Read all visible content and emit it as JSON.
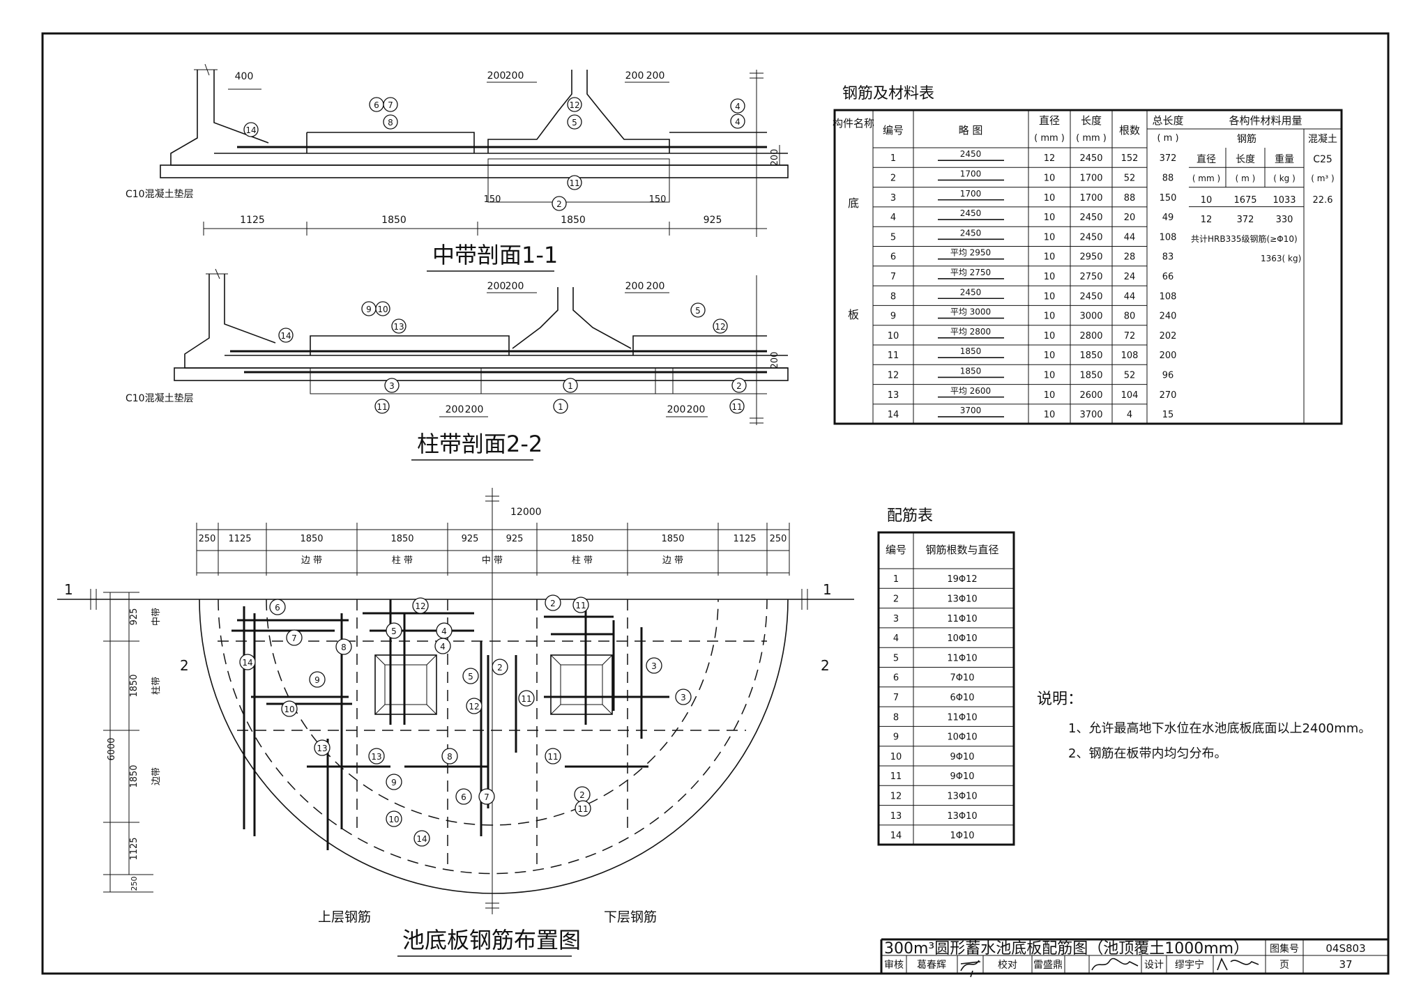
{
  "section_1": {
    "title": "中带剖面1-1",
    "cushion": "C10混凝土垫层",
    "thickness": "200",
    "bottom_dims": [
      "1125",
      "1850",
      "1850",
      "925"
    ],
    "top_dims": [
      "400",
      "200",
      "200",
      "200",
      "200"
    ],
    "small_dims": [
      "150",
      "150"
    ],
    "marks": [
      "14",
      "6",
      "7",
      "8",
      "12",
      "5",
      "4",
      "4",
      "11",
      "2"
    ]
  },
  "section_2": {
    "title": "柱带剖面2-2",
    "cushion": "C10混凝土垫层",
    "thickness": "200",
    "top_dims": [
      "200",
      "200",
      "200",
      "200"
    ],
    "bottom_dims": [
      "200",
      "200",
      "200",
      "200"
    ],
    "marks": [
      "9",
      "10",
      "13",
      "14",
      "5",
      "12",
      "3",
      "1",
      "2",
      "11",
      "11",
      "1",
      "11"
    ]
  },
  "materials": {
    "title": "钢筋及材料表",
    "headers": {
      "component": "构件名称",
      "no": "编号",
      "sketch": "略 图",
      "dia": "直径",
      "dia_unit": "( mm )",
      "len": "长度",
      "len_unit": "( mm )",
      "count": "根数",
      "total": "总长度",
      "total_unit": "( m )",
      "usage": "各构件材料用量",
      "rebar": "钢筋",
      "concrete": "混凝土",
      "sub_dia": "直径",
      "sub_dia_unit": "( mm )",
      "sub_len": "长度",
      "sub_len_unit": "( m )",
      "sub_wt": "重量",
      "sub_wt_unit": "( kg )",
      "conc_grade": "C25",
      "conc_unit": "( m³ )"
    },
    "component_name": [
      "底",
      "板"
    ],
    "rows": [
      {
        "no": "1",
        "sketch": "2450",
        "dia": "12",
        "len": "2450",
        "count": "152",
        "total": "372"
      },
      {
        "no": "2",
        "sketch": "1700",
        "dia": "10",
        "len": "1700",
        "count": "52",
        "total": "88"
      },
      {
        "no": "3",
        "sketch": "1700",
        "dia": "10",
        "len": "1700",
        "count": "88",
        "total": "150"
      },
      {
        "no": "4",
        "sketch": "2450",
        "dia": "10",
        "len": "2450",
        "count": "20",
        "total": "49"
      },
      {
        "no": "5",
        "sketch": "2450",
        "dia": "10",
        "len": "2450",
        "count": "44",
        "total": "108"
      },
      {
        "no": "6",
        "sketch": "平均 2950",
        "dia": "10",
        "len": "2950",
        "count": "28",
        "total": "83"
      },
      {
        "no": "7",
        "sketch": "平均 2750",
        "dia": "10",
        "len": "2750",
        "count": "24",
        "total": "66"
      },
      {
        "no": "8",
        "sketch": "2450",
        "dia": "10",
        "len": "2450",
        "count": "44",
        "total": "108"
      },
      {
        "no": "9",
        "sketch": "平均 3000",
        "dia": "10",
        "len": "3000",
        "count": "80",
        "total": "240"
      },
      {
        "no": "10",
        "sketch": "平均 2800",
        "dia": "10",
        "len": "2800",
        "count": "72",
        "total": "202"
      },
      {
        "no": "11",
        "sketch": "1850",
        "dia": "10",
        "len": "1850",
        "count": "108",
        "total": "200"
      },
      {
        "no": "12",
        "sketch": "1850",
        "dia": "10",
        "len": "1850",
        "count": "52",
        "total": "96"
      },
      {
        "no": "13",
        "sketch": "平均 2600",
        "dia": "10",
        "len": "2600",
        "count": "104",
        "total": "270"
      },
      {
        "no": "14",
        "sketch": "3700",
        "dia": "10",
        "len": "3700",
        "count": "4",
        "total": "15"
      }
    ],
    "summary_rows": [
      {
        "dia": "10",
        "len": "1675",
        "wt": "1033"
      },
      {
        "dia": "12",
        "len": "372",
        "wt": "330"
      }
    ],
    "concrete_volume": "22.6",
    "note_line1": "共计HRB335级钢筋(≥Φ10)",
    "note_line2": "1363( kg)"
  },
  "rebar_table": {
    "title": "配筋表",
    "col_no": "编号",
    "col_spec": "钢筋根数与直径",
    "rows": [
      {
        "no": "1",
        "spec": "19Φ12"
      },
      {
        "no": "2",
        "spec": "13Φ10"
      },
      {
        "no": "3",
        "spec": "11Φ10"
      },
      {
        "no": "4",
        "spec": "10Φ10"
      },
      {
        "no": "5",
        "spec": "11Φ10"
      },
      {
        "no": "6",
        "spec": "7Φ10"
      },
      {
        "no": "7",
        "spec": "6Φ10"
      },
      {
        "no": "8",
        "spec": "11Φ10"
      },
      {
        "no": "9",
        "spec": "10Φ10"
      },
      {
        "no": "10",
        "spec": "9Φ10"
      },
      {
        "no": "11",
        "spec": "9Φ10"
      },
      {
        "no": "12",
        "spec": "13Φ10"
      },
      {
        "no": "13",
        "spec": "13Φ10"
      },
      {
        "no": "14",
        "spec": "1Φ10"
      }
    ]
  },
  "notes": {
    "heading": "说明：",
    "items": [
      "1、允许最高地下水位在水池底板底面以上2400mm。",
      "2、钢筋在板带内均匀分布。"
    ]
  },
  "plan": {
    "title": "池底板钢筋布置图",
    "upper_label": "上层钢筋",
    "lower_label": "下层钢筋",
    "overall_dim": "12000",
    "top_dims": [
      "250",
      "1125",
      "1850",
      "1850",
      "925",
      "925",
      "1850",
      "1850",
      "1125",
      "250"
    ],
    "bands": [
      "边 带",
      "柱 带",
      "中 带",
      "柱 带",
      "边 带"
    ],
    "left_dims": [
      "925",
      "1850",
      "1850",
      "1125",
      "250"
    ],
    "left_bands": [
      "中带",
      "柱带",
      "边带"
    ],
    "total_left": "6000",
    "cut_1": "1",
    "cut_2": "2",
    "marks": [
      "6",
      "7",
      "8",
      "14",
      "9",
      "10",
      "13",
      "13",
      "9",
      "10",
      "14",
      "5",
      "12",
      "4",
      "4",
      "5",
      "12",
      "8",
      "6",
      "7",
      "2",
      "11",
      "2",
      "3",
      "11",
      "3",
      "11",
      "2",
      "11"
    ]
  },
  "title_block": {
    "title": "300m³圆形蓄水池底板配筋图（池顶覆土1000mm）",
    "atlas_label": "图集号",
    "atlas_no": "04S803",
    "review_label": "审核",
    "reviewer": "葛春辉",
    "check_label": "校对",
    "checker": "雷盛鼎",
    "design_label": "设计",
    "designer": "缪宇宁",
    "page_label": "页",
    "page_no": "37"
  }
}
